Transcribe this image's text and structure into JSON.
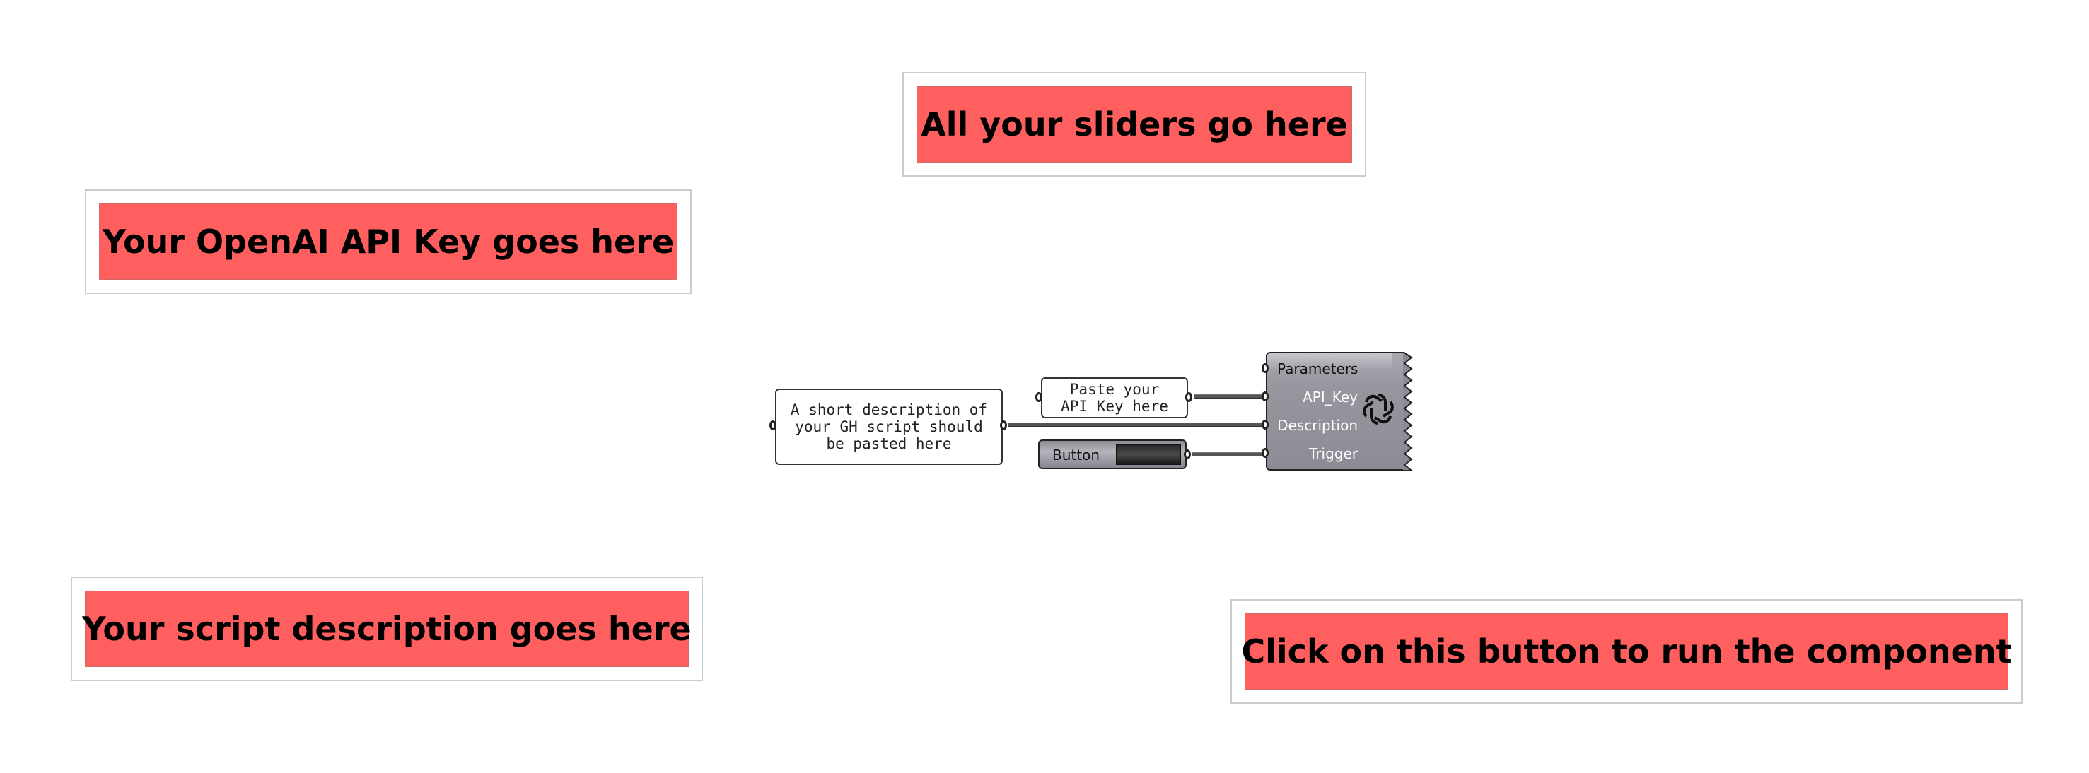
{
  "groups": {
    "sliders": "All your sliders go here",
    "api_key": "Your OpenAI API Key goes here",
    "script_description": "Your script description goes here",
    "run_button": "Click on this button to run the component"
  },
  "panels": {
    "description": "A short description of\nyour GH script should\nbe pasted here",
    "api_key": "Paste your\nAPI Key here"
  },
  "button": {
    "label": "Button"
  },
  "component": {
    "inputs": [
      "Parameters",
      "API_Key",
      "Description",
      "Trigger"
    ],
    "icon": "openai-logo-icon"
  },
  "colors": {
    "group_fill": "#ff5f5f",
    "component_fill": "#96969f"
  }
}
